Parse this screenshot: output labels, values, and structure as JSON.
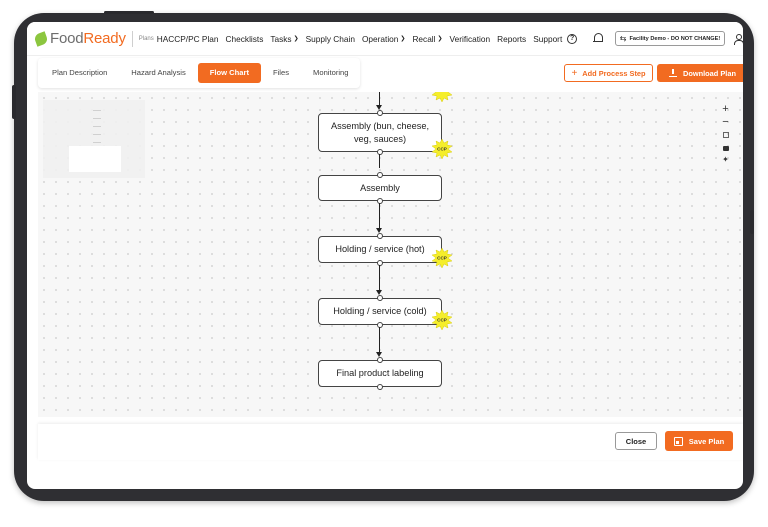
{
  "brand": {
    "name_part1": "Food",
    "name_part2": "Ready"
  },
  "nav": {
    "plan_label": "Plans",
    "plan_name": "HACCP/PC Plan",
    "items": [
      {
        "label": "Checklists",
        "has_dropdown": false
      },
      {
        "label": "Tasks",
        "has_dropdown": true
      },
      {
        "label": "Supply Chain",
        "has_dropdown": false
      },
      {
        "label": "Operation",
        "has_dropdown": true
      },
      {
        "label": "Recall",
        "has_dropdown": true
      },
      {
        "label": "Verification",
        "has_dropdown": false
      },
      {
        "label": "Reports",
        "has_dropdown": false
      },
      {
        "label": "Support",
        "has_dropdown": false
      }
    ],
    "facility": "Facility Demo - DO NOT CHANGE!"
  },
  "tabs": [
    {
      "label": "Plan Description",
      "active": false
    },
    {
      "label": "Hazard Analysis",
      "active": false
    },
    {
      "label": "Flow Chart",
      "active": true
    },
    {
      "label": "Files",
      "active": false
    },
    {
      "label": "Monitoring",
      "active": false
    }
  ],
  "actions": {
    "add_step": "Add Process Step",
    "download": "Download Plan"
  },
  "flowchart": {
    "ccp_label": "CCP",
    "nodes": [
      {
        "label": "Assembly (bun, cheese, veg, sauces)",
        "ccp": true
      },
      {
        "label": "Assembly",
        "ccp": false
      },
      {
        "label": "Holding / service (hot)",
        "ccp": true
      },
      {
        "label": "Holding / service (cold)",
        "ccp": true
      },
      {
        "label": "Final product labeling",
        "ccp": false
      }
    ]
  },
  "footer": {
    "close": "Close",
    "save": "Save Plan"
  },
  "colors": {
    "accent": "#f26b21",
    "ccp_badge": "#f5ee2a",
    "logo_leaf": "#8cc63f"
  }
}
